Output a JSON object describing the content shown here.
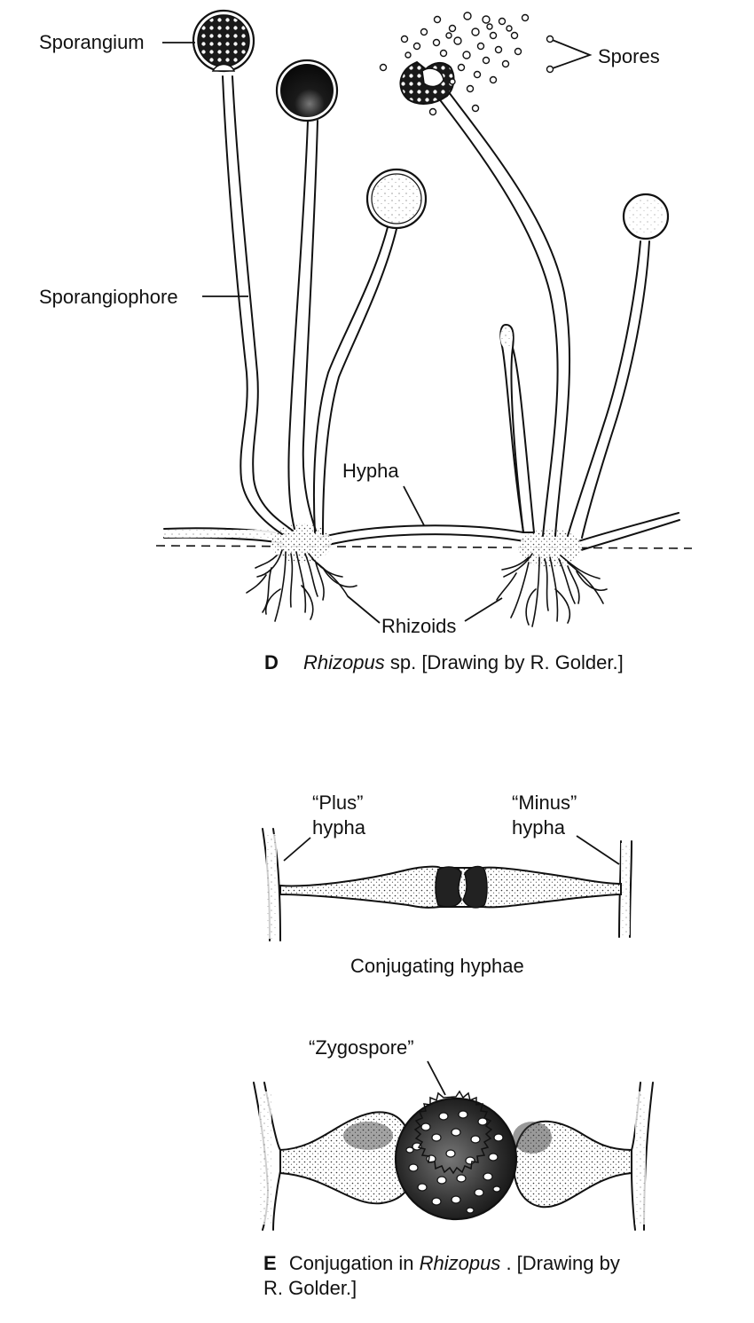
{
  "panel_d": {
    "labels": {
      "sporangium": "Sporangium",
      "spores": "Spores",
      "sporangiophore": "Sporangiophore",
      "hypha": "Hypha",
      "rhizoids": "Rhizoids"
    },
    "caption": {
      "letter": "D",
      "genus": "Rhizopus",
      "rest": " sp. [Drawing by R. Golder.]"
    }
  },
  "panel_conj": {
    "labels": {
      "plus_line1": "“Plus”",
      "plus_line2": "hypha",
      "minus_line1": "“Minus”",
      "minus_line2": "hypha"
    },
    "caption": "Conjugating hyphae"
  },
  "panel_e": {
    "labels": {
      "zygospore": "“Zygospore”"
    },
    "caption": {
      "letter": "E",
      "text_before": " Conjugation in ",
      "genus": "Rhizopus",
      "text_after": ". [Drawing by",
      "line2": "R. Golder.]"
    }
  },
  "colors": {
    "ink": "#111111",
    "background": "#ffffff"
  }
}
